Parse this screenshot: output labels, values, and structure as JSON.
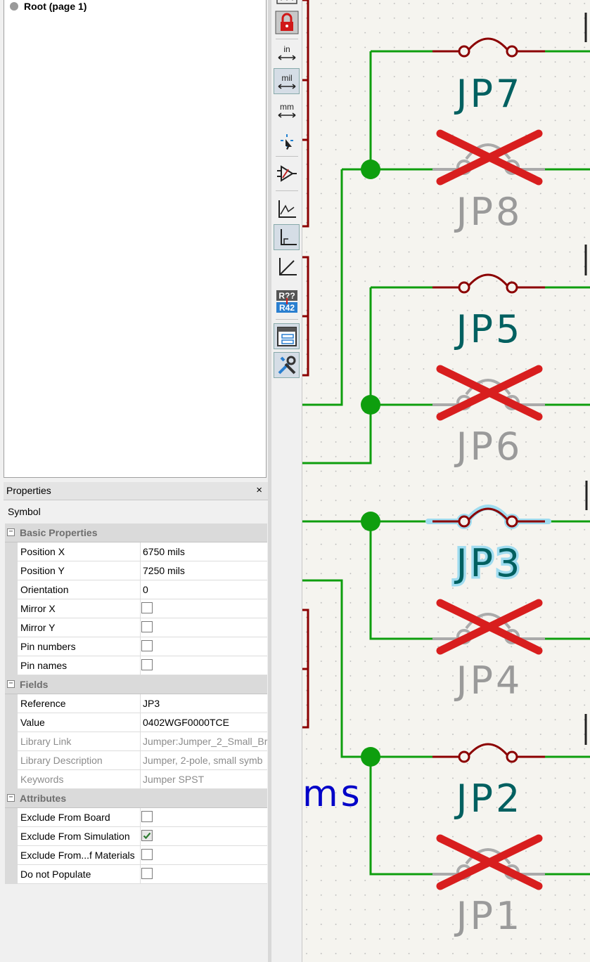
{
  "hierarchy": {
    "root_label": "Root (page 1)"
  },
  "properties": {
    "title": "Properties",
    "close_glyph": "×",
    "selection_type": "Symbol",
    "sections": {
      "basic": {
        "label": "Basic Properties",
        "toggle": "−",
        "rows": [
          {
            "name": "Position X",
            "value": "6750 mils"
          },
          {
            "name": "Position Y",
            "value": "7250 mils"
          },
          {
            "name": "Orientation",
            "value": "0"
          },
          {
            "name": "Mirror X",
            "checked": false
          },
          {
            "name": "Mirror Y",
            "checked": false
          },
          {
            "name": "Pin numbers",
            "checked": false
          },
          {
            "name": "Pin names",
            "checked": false
          }
        ]
      },
      "fields": {
        "label": "Fields",
        "toggle": "−",
        "rows": [
          {
            "name": "Reference",
            "value": "JP3"
          },
          {
            "name": "Value",
            "value": "0402WGF0000TCE"
          },
          {
            "name": "Library Link",
            "value": "Jumper:Jumper_2_Small_Bri"
          },
          {
            "name": "Library Description",
            "value": "Jumper, 2-pole, small symb"
          },
          {
            "name": "Keywords",
            "value": "Jumper SPST"
          }
        ]
      },
      "attributes": {
        "label": "Attributes",
        "toggle": "−",
        "rows": [
          {
            "name": "Exclude From Board",
            "checked": false
          },
          {
            "name": "Exclude From Simulation",
            "checked": true
          },
          {
            "name": "Exclude From...f Materials",
            "checked": false
          },
          {
            "name": "Do not Populate",
            "checked": false
          }
        ]
      }
    }
  },
  "toolbar": {
    "units_in": "in",
    "units_mil": "mil",
    "units_mm": "mm",
    "annotate_top": "R??",
    "annotate_bottom": "R42"
  },
  "schematic": {
    "references": [
      "JP7",
      "JP8",
      "JP5",
      "JP6",
      "JP3",
      "JP4",
      "JP2",
      "JP1"
    ],
    "partial_text": "ms",
    "colors": {
      "wire": "#0e9e0e",
      "ref_active": "#006060",
      "ref_excluded": "#9a9a9a",
      "symbol": "#8b0000",
      "cross": "#d81e1e",
      "highlight": "#9fdcf0",
      "text_blue": "#0000c8"
    }
  }
}
